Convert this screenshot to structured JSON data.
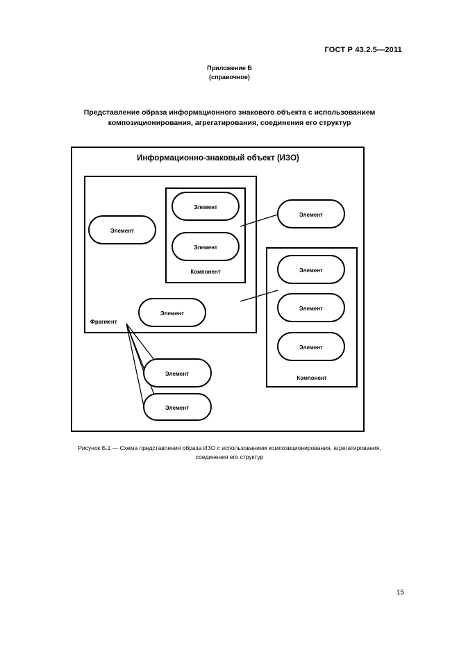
{
  "header": {
    "doc_number": "ГОСТ Р 43.2.5—2011"
  },
  "appendix": {
    "title": "Приложение Б",
    "subtitle": "(справочное)"
  },
  "heading": {
    "line1": "Представление образа информационного знакового объекта с использованием",
    "line2": "композиционирования, агрегатирования, соединения его структур"
  },
  "diagram": {
    "outer_title": "Информационно-знаковый объект (ИЗО)",
    "fragment_label": "Фрагмент",
    "component_label": "Компонент",
    "element_label": "Элемент"
  },
  "caption": {
    "line1": "Рисунок  Б.1 — Схема представления образа ИЗО с использованием композиционирования, агрегатирования,",
    "line2": "соединения его структур"
  },
  "footer": {
    "page_number": "15"
  }
}
